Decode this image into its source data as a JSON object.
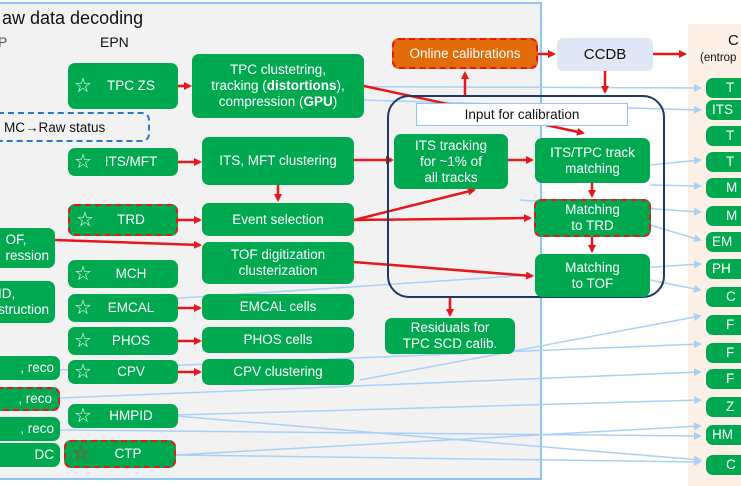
{
  "panel_left": {
    "title": "aw data decoding",
    "col1_hint": "P",
    "col2_label": "EPN",
    "mc_status": "MC→Raw status"
  },
  "left_partial_boxes": [
    {
      "id": "tof-comp",
      "label": "OF,\nression",
      "dashed": false
    },
    {
      "id": "hmpid-reco",
      "label": "ID,\nstruction",
      "dashed": false
    },
    {
      "id": "reco1",
      "label": ", reco",
      "dashed": false
    },
    {
      "id": "reco2",
      "label": ", reco",
      "dashed": true
    },
    {
      "id": "reco3",
      "label": ", reco",
      "dashed": false
    },
    {
      "id": "dc",
      "label": "DC",
      "dashed": false
    }
  ],
  "detector_boxes": [
    {
      "id": "tpc-zs",
      "label": "TPC ZS",
      "dashed": false,
      "star": "outline"
    },
    {
      "id": "its-mft",
      "label": "ITS/MFT",
      "dashed": false,
      "star": "outline"
    },
    {
      "id": "trd",
      "label": "TRD",
      "dashed": true,
      "star": "outline"
    },
    {
      "id": "mch",
      "label": "MCH",
      "dashed": false,
      "star": "outline"
    },
    {
      "id": "emcal",
      "label": "EMCAL",
      "dashed": false,
      "star": "outline"
    },
    {
      "id": "phos",
      "label": "PHOS",
      "dashed": false,
      "star": "outline"
    },
    {
      "id": "cpv",
      "label": "CPV",
      "dashed": false,
      "star": "outline"
    },
    {
      "id": "hmpid",
      "label": "HMPID",
      "dashed": false,
      "star": "outline"
    },
    {
      "id": "ctp",
      "label": "CTP",
      "dashed": true,
      "star": "red-dashed"
    }
  ],
  "processing_boxes": [
    {
      "id": "tpc-clustering",
      "line1": "TPC clustetring,",
      "line2a": "tracking (",
      "line2b": "distortions",
      "line2c": "),",
      "line3a": "compression (",
      "line3b": "GPU",
      "line3c": ")"
    },
    {
      "id": "its-mft-clustering",
      "label": "ITS, MFT clustering"
    },
    {
      "id": "event-selection",
      "label": "Event selection"
    },
    {
      "id": "tof-digitization",
      "label": "TOF digitization\nclusterization"
    },
    {
      "id": "emcal-cells",
      "label": "EMCAL cells"
    },
    {
      "id": "phos-cells",
      "label": "PHOS cells"
    },
    {
      "id": "cpv-clustering",
      "label": "CPV clustering"
    }
  ],
  "calibration": {
    "online": "Online calibrations",
    "ccdb": "CCDB",
    "input": "Input for calibration",
    "its_tracking": "ITS tracking\nfor ~1% of\nall tracks",
    "its_tpc_matching": "ITS/TPC track\nmatching",
    "matching_trd": "Matching\nto TRD",
    "matching_tof": "Matching\nto TOF",
    "residuals": "Residuals for\nTPC SCD calib."
  },
  "panel_right": {
    "title": "C",
    "subtitle": "(entrop",
    "items": [
      "T",
      "ITS",
      "T",
      "T",
      "M",
      "M",
      "EM",
      "PH",
      "C",
      "F",
      "F",
      "F",
      "Z",
      "HM",
      "C"
    ]
  },
  "colors": {
    "green": "#00a94f",
    "orange": "#e36c0a",
    "red_arrow": "#e8161b",
    "light_blue": "#a9d1f7",
    "navy": "#1f3864"
  }
}
